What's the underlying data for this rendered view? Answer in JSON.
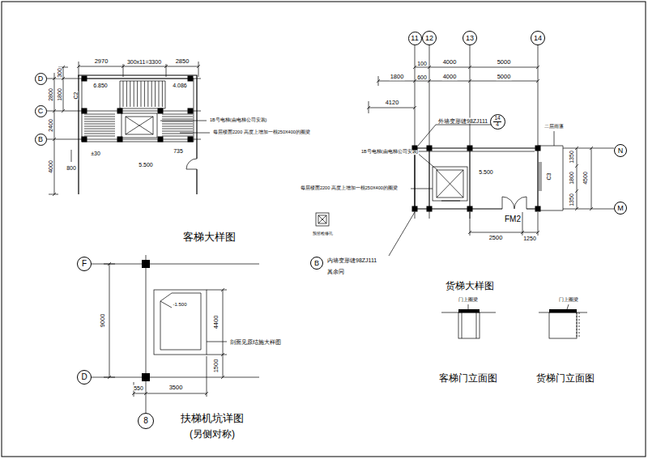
{
  "diagram": {
    "nodes": [
      {
        "text": [
          "D"
        ]
      },
      {
        "text": [
          "C"
        ]
      },
      {
        "text": [
          "B"
        ]
      },
      {
        "text": [
          "11"
        ]
      },
      {
        "text": [
          "12"
        ]
      },
      {
        "text": [
          "13"
        ]
      },
      {
        "text": [
          "14"
        ]
      },
      {
        "text": [
          "14",
          "4"
        ]
      },
      {
        "text": [
          "N"
        ]
      },
      {
        "text": [
          "M"
        ]
      },
      {
        "text": [
          "B"
        ]
      },
      {
        "text": [
          "F"
        ]
      },
      {
        "text": [
          "D"
        ]
      },
      {
        "text": [
          "8"
        ]
      }
    ],
    "labels": [
      "2970",
      "300x11=3300",
      "2850",
      "300",
      "1800",
      "2800",
      "C2",
      "2400",
      "4000",
      "6.850",
      "4.086",
      "±30",
      "800",
      "735",
      "5.500",
      "1B号电梯(由电梯公司安装)",
      "每层楼面2200 高度上增加一根250X400的圈梁",
      "客梯大样图",
      "100",
      "4000",
      "5000",
      "1800",
      "600",
      "4000",
      "5000",
      "4120",
      "外墙变形缝98ZJ111",
      "二层雨蓬",
      "5.500",
      "C3",
      "FM2",
      "2500",
      "1250",
      "1350",
      "1800",
      "1350",
      "4500",
      "1B号电梯(由电梯公司安装)",
      "每层楼面2200 高度上增加一根250X400的圈梁",
      "预留检修孔",
      "内墙变形缝98ZJ111",
      "其余同",
      "货梯大样图",
      "9000",
      "4400",
      "1500",
      "剖面见原结施大样图",
      "-1.500",
      "550",
      "3500",
      "扶梯机坑详图",
      "(另侧对称)",
      "门上圈梁",
      "门上圈梁",
      "客梯门立面图",
      "货梯门立面图"
    ]
  }
}
